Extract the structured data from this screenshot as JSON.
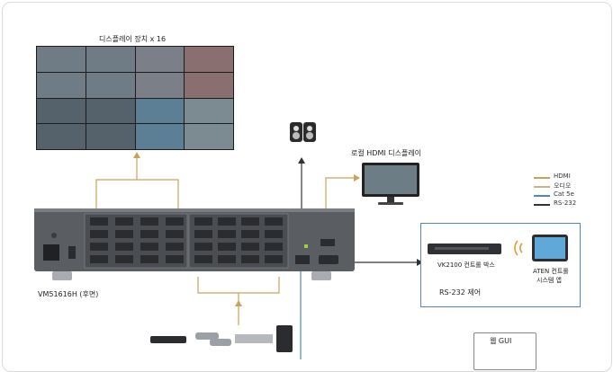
{
  "labels": {
    "video_wall": "디스플레이 장치 x 16",
    "local_hdmi": "로컬 HDMI 디스플레이",
    "matrix_model": "VM51616H (후면)",
    "vk2100": "VK2100 컨트롤 박스",
    "aten_app_line1": "ATEN 컨트롤",
    "aten_app_line2": "시스템 앱",
    "rs232_control": "RS-232 제어",
    "web_gui": "웹 GUI"
  },
  "legend": [
    {
      "label": "HDMI",
      "color": "#c6a35a"
    },
    {
      "label": "오디오",
      "color": "#c9b48a"
    },
    {
      "label": "Cat 5e",
      "color": "#4f86c6"
    },
    {
      "label": "RS-232",
      "color": "#333333"
    }
  ],
  "colors": {
    "hdmi_line": "#c6a35a",
    "cat5e_line": "#4f86c6",
    "rs232_line": "#333333"
  }
}
